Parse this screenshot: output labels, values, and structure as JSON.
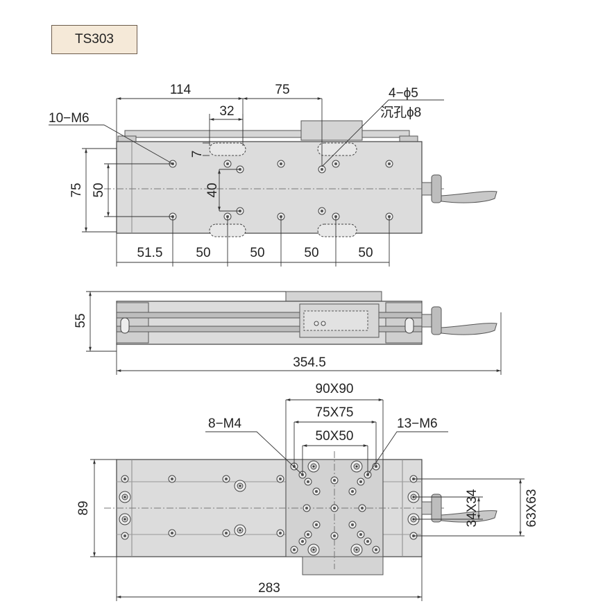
{
  "model": "TS303",
  "top_view": {
    "dims": {
      "d114": "114",
      "d75": "75",
      "d32": "32",
      "d7": "7",
      "d40": "40",
      "v75": "75",
      "v50": "50",
      "b515": "51.5",
      "b50a": "50",
      "b50b": "50",
      "b50c": "50",
      "b50d": "50"
    },
    "callouts": {
      "m6": "10−M6",
      "hole": "4−ϕ5",
      "cbore": "沉孔ϕ8"
    }
  },
  "side_view": {
    "dims": {
      "h55": "55",
      "len": "354.5"
    }
  },
  "bottom_view": {
    "dims": {
      "sq90": "90X90",
      "sq75": "75X75",
      "sq50": "50X50",
      "h89": "89",
      "w283": "283",
      "v34": "34X34",
      "v63": "63X63"
    },
    "callouts": {
      "m4": "8−M4",
      "m6": "13−M6"
    }
  },
  "colors": {
    "body": "#d9d9d9",
    "rail": "#c8c8c8",
    "line": "#333333",
    "tag": "#f5e9d8"
  }
}
